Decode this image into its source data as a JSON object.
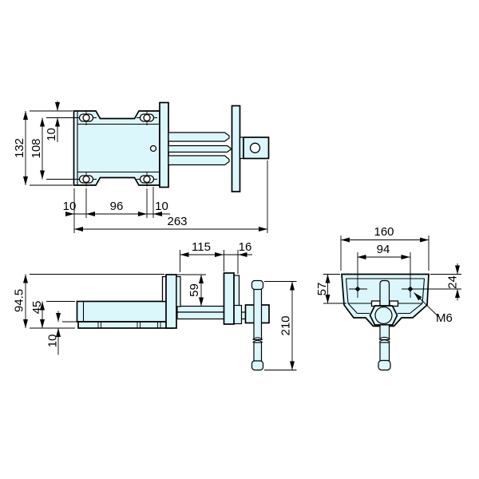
{
  "drawing_title": "vise-three-view-dimension-drawing",
  "views": {
    "top": {
      "dims": {
        "overall_depth": "132",
        "slot_row_pitch": "108",
        "flange_edge_to_slot": "10",
        "left_edge_to_slot": "10",
        "slot_pitch": "96",
        "slot_to_edge": "10",
        "overall_length": "263"
      }
    },
    "side": {
      "dims": {
        "overall_height": "94.5",
        "body_height": "45",
        "base_thickness": "10",
        "max_jaw_opening": "115",
        "jaw_thickness": "16",
        "jaw_depth": "59",
        "handle_length": "210"
      }
    },
    "front": {
      "dims": {
        "jaw_width": "160",
        "hole_pitch": "94",
        "face_height": "57",
        "top_to_hole": "24",
        "thread_callout": "M6"
      }
    }
  },
  "colors": {
    "part_fill": "#dcf7fc",
    "line_color": "#000000",
    "background": "#ffffff"
  }
}
